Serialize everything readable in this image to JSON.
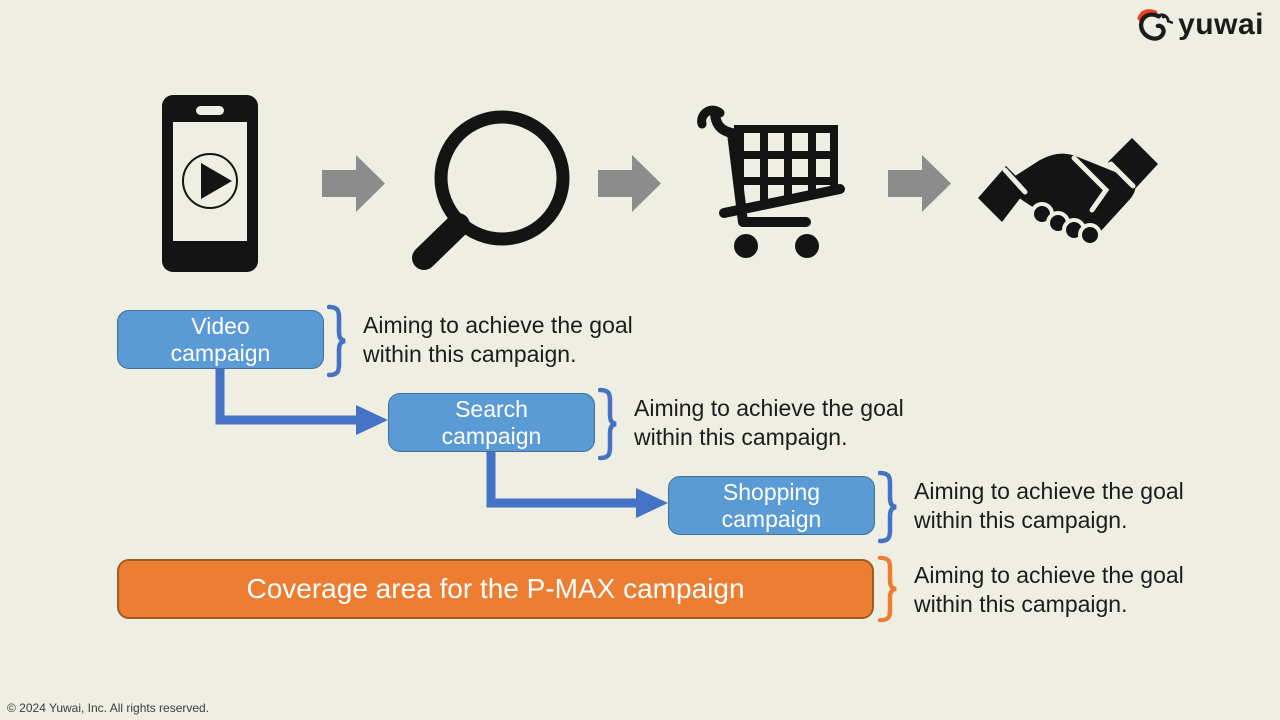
{
  "logo": {
    "text": "yuwai",
    "icon": "yuwai-bird-icon"
  },
  "flow": {
    "steps": [
      {
        "icon": "smartphone-video-icon"
      },
      {
        "icon": "search-magnifier-icon"
      },
      {
        "icon": "shopping-cart-icon"
      },
      {
        "icon": "handshake-icon"
      }
    ],
    "connector_icon": "arrow-right-icon"
  },
  "campaigns": [
    {
      "name": "video",
      "label_line1": "Video",
      "label_line2": "campaign",
      "note_line1": "Aiming to achieve the goal",
      "note_line2": "within this campaign."
    },
    {
      "name": "search",
      "label_line1": "Search",
      "label_line2": "campaign",
      "note_line1": "Aiming to achieve the goal",
      "note_line2": "within this campaign."
    },
    {
      "name": "shopping",
      "label_line1": "Shopping",
      "label_line2": "campaign",
      "note_line1": "Aiming to achieve the goal",
      "note_line2": "within this campaign."
    }
  ],
  "pmax": {
    "label": "Coverage area for the P-MAX campaign",
    "note_line1": "Aiming to achieve the goal",
    "note_line2": "within this campaign."
  },
  "footer": {
    "copyright": "© 2024 Yuwai, Inc. All rights reserved."
  },
  "colors": {
    "background": "#EFEEE2",
    "box-blue": "#5B9BD5",
    "box-blue-border": "#41719C",
    "accent-blue": "#4472C4",
    "box-orange": "#ED7D31",
    "box-orange-border": "#9E5B2A",
    "icon-black": "#141414",
    "arrow-gray": "#8C8C8C",
    "text-dark": "#1C1C1C",
    "text-light": "#FFFFFF",
    "logo-orange": "#E8431F"
  }
}
